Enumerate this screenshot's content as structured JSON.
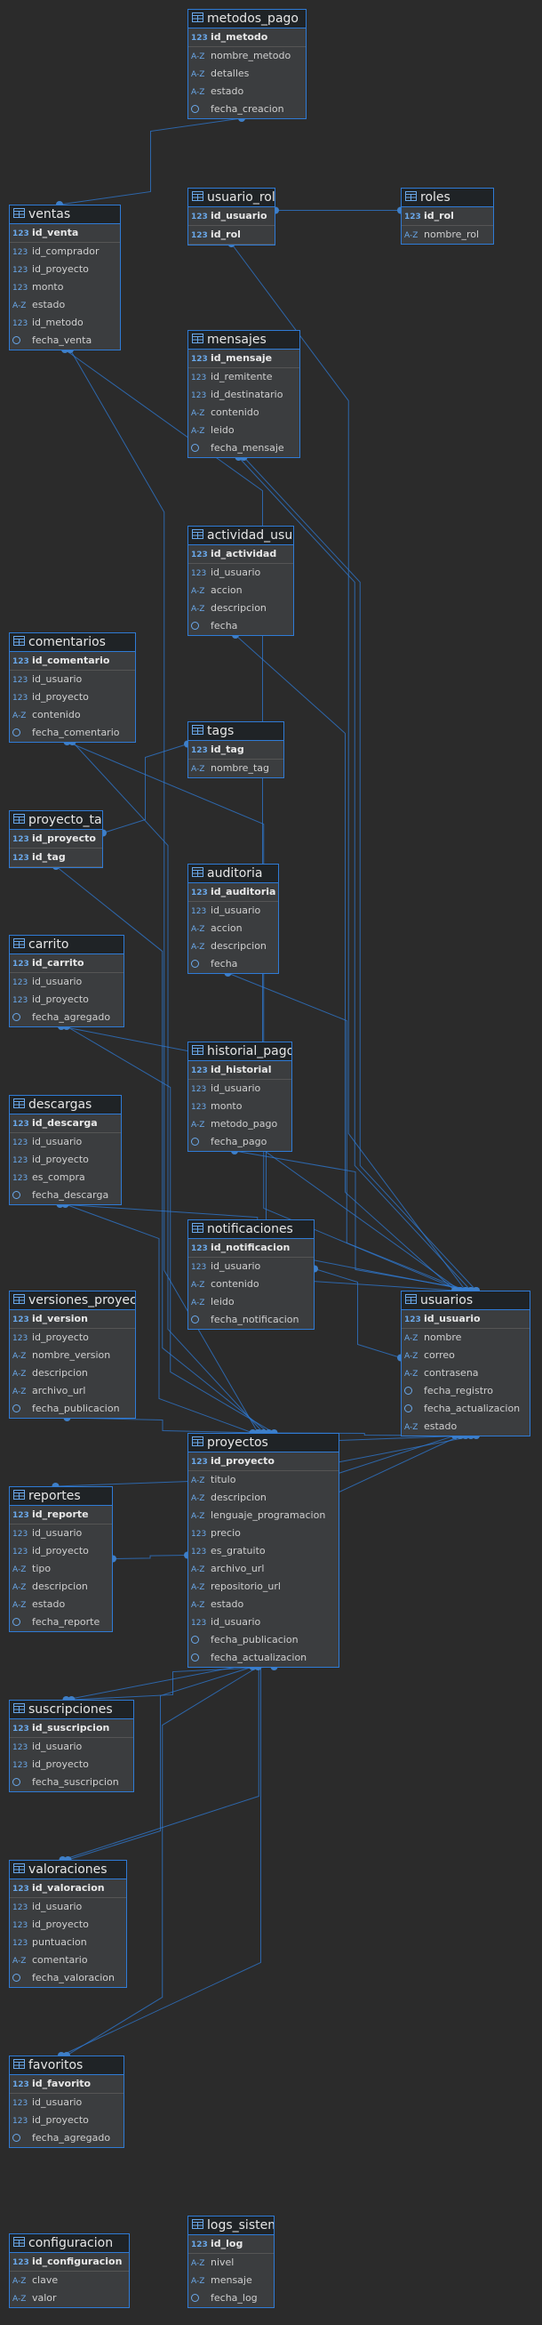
{
  "tables": [
    {
      "name": "metodos_pago",
      "columns": [
        {
          "name": "id_metodo",
          "type": "123",
          "pk": true
        },
        {
          "name": "nombre_metodo",
          "type": "A-Z"
        },
        {
          "name": "detalles",
          "type": "A-Z"
        },
        {
          "name": "estado",
          "type": "A-Z"
        },
        {
          "name": "fecha_creacion",
          "type": "ts"
        }
      ]
    },
    {
      "name": "ventas",
      "columns": [
        {
          "name": "id_venta",
          "type": "123",
          "pk": true
        },
        {
          "name": "id_comprador",
          "type": "123"
        },
        {
          "name": "id_proyecto",
          "type": "123"
        },
        {
          "name": "monto",
          "type": "123"
        },
        {
          "name": "estado",
          "type": "A-Z"
        },
        {
          "name": "id_metodo",
          "type": "123"
        },
        {
          "name": "fecha_venta",
          "type": "ts"
        }
      ]
    },
    {
      "name": "usuario_rol",
      "columns": [
        {
          "name": "id_usuario",
          "type": "123",
          "pk": true
        },
        {
          "name": "id_rol",
          "type": "123",
          "pk": true
        }
      ]
    },
    {
      "name": "roles",
      "columns": [
        {
          "name": "id_rol",
          "type": "123",
          "pk": true
        },
        {
          "name": "nombre_rol",
          "type": "A-Z"
        }
      ]
    },
    {
      "name": "mensajes",
      "columns": [
        {
          "name": "id_mensaje",
          "type": "123",
          "pk": true
        },
        {
          "name": "id_remitente",
          "type": "123"
        },
        {
          "name": "id_destinatario",
          "type": "123"
        },
        {
          "name": "contenido",
          "type": "A-Z"
        },
        {
          "name": "leido",
          "type": "A-Z"
        },
        {
          "name": "fecha_mensaje",
          "type": "ts"
        }
      ]
    },
    {
      "name": "actividad_usuario",
      "columns": [
        {
          "name": "id_actividad",
          "type": "123",
          "pk": true
        },
        {
          "name": "id_usuario",
          "type": "123"
        },
        {
          "name": "accion",
          "type": "A-Z"
        },
        {
          "name": "descripcion",
          "type": "A-Z"
        },
        {
          "name": "fecha",
          "type": "ts"
        }
      ]
    },
    {
      "name": "comentarios",
      "columns": [
        {
          "name": "id_comentario",
          "type": "123",
          "pk": true
        },
        {
          "name": "id_usuario",
          "type": "123"
        },
        {
          "name": "id_proyecto",
          "type": "123"
        },
        {
          "name": "contenido",
          "type": "A-Z"
        },
        {
          "name": "fecha_comentario",
          "type": "ts"
        }
      ]
    },
    {
      "name": "tags",
      "columns": [
        {
          "name": "id_tag",
          "type": "123",
          "pk": true
        },
        {
          "name": "nombre_tag",
          "type": "A-Z"
        }
      ]
    },
    {
      "name": "proyecto_tags",
      "columns": [
        {
          "name": "id_proyecto",
          "type": "123",
          "pk": true
        },
        {
          "name": "id_tag",
          "type": "123",
          "pk": true
        }
      ]
    },
    {
      "name": "auditoria",
      "columns": [
        {
          "name": "id_auditoria",
          "type": "123",
          "pk": true
        },
        {
          "name": "id_usuario",
          "type": "123"
        },
        {
          "name": "accion",
          "type": "A-Z"
        },
        {
          "name": "descripcion",
          "type": "A-Z"
        },
        {
          "name": "fecha",
          "type": "ts"
        }
      ]
    },
    {
      "name": "carrito",
      "columns": [
        {
          "name": "id_carrito",
          "type": "123",
          "pk": true
        },
        {
          "name": "id_usuario",
          "type": "123"
        },
        {
          "name": "id_proyecto",
          "type": "123"
        },
        {
          "name": "fecha_agregado",
          "type": "ts"
        }
      ]
    },
    {
      "name": "historial_pagos",
      "columns": [
        {
          "name": "id_historial",
          "type": "123",
          "pk": true
        },
        {
          "name": "id_usuario",
          "type": "123"
        },
        {
          "name": "monto",
          "type": "123"
        },
        {
          "name": "metodo_pago",
          "type": "A-Z"
        },
        {
          "name": "fecha_pago",
          "type": "ts"
        }
      ]
    },
    {
      "name": "descargas",
      "columns": [
        {
          "name": "id_descarga",
          "type": "123",
          "pk": true
        },
        {
          "name": "id_usuario",
          "type": "123"
        },
        {
          "name": "id_proyecto",
          "type": "123"
        },
        {
          "name": "es_compra",
          "type": "123"
        },
        {
          "name": "fecha_descarga",
          "type": "ts"
        }
      ]
    },
    {
      "name": "notificaciones",
      "columns": [
        {
          "name": "id_notificacion",
          "type": "123",
          "pk": true
        },
        {
          "name": "id_usuario",
          "type": "123"
        },
        {
          "name": "contenido",
          "type": "A-Z"
        },
        {
          "name": "leido",
          "type": "A-Z"
        },
        {
          "name": "fecha_notificacion",
          "type": "ts"
        }
      ]
    },
    {
      "name": "usuarios",
      "columns": [
        {
          "name": "id_usuario",
          "type": "123",
          "pk": true
        },
        {
          "name": "nombre",
          "type": "A-Z"
        },
        {
          "name": "correo",
          "type": "A-Z"
        },
        {
          "name": "contrasena",
          "type": "A-Z"
        },
        {
          "name": "fecha_registro",
          "type": "ts"
        },
        {
          "name": "fecha_actualizacion",
          "type": "ts"
        },
        {
          "name": "estado",
          "type": "A-Z"
        }
      ]
    },
    {
      "name": "versiones_proyecto",
      "columns": [
        {
          "name": "id_version",
          "type": "123",
          "pk": true
        },
        {
          "name": "id_proyecto",
          "type": "123"
        },
        {
          "name": "nombre_version",
          "type": "A-Z"
        },
        {
          "name": "descripcion",
          "type": "A-Z"
        },
        {
          "name": "archivo_url",
          "type": "A-Z"
        },
        {
          "name": "fecha_publicacion",
          "type": "ts"
        }
      ]
    },
    {
      "name": "proyectos",
      "columns": [
        {
          "name": "id_proyecto",
          "type": "123",
          "pk": true
        },
        {
          "name": "titulo",
          "type": "A-Z"
        },
        {
          "name": "descripcion",
          "type": "A-Z"
        },
        {
          "name": "lenguaje_programacion",
          "type": "A-Z"
        },
        {
          "name": "precio",
          "type": "123"
        },
        {
          "name": "es_gratuito",
          "type": "123"
        },
        {
          "name": "archivo_url",
          "type": "A-Z"
        },
        {
          "name": "repositorio_url",
          "type": "A-Z"
        },
        {
          "name": "estado",
          "type": "A-Z"
        },
        {
          "name": "id_usuario",
          "type": "123"
        },
        {
          "name": "fecha_publicacion",
          "type": "ts"
        },
        {
          "name": "fecha_actualizacion",
          "type": "ts"
        }
      ]
    },
    {
      "name": "reportes",
      "columns": [
        {
          "name": "id_reporte",
          "type": "123",
          "pk": true
        },
        {
          "name": "id_usuario",
          "type": "123"
        },
        {
          "name": "id_proyecto",
          "type": "123"
        },
        {
          "name": "tipo",
          "type": "A-Z"
        },
        {
          "name": "descripcion",
          "type": "A-Z"
        },
        {
          "name": "estado",
          "type": "A-Z"
        },
        {
          "name": "fecha_reporte",
          "type": "ts"
        }
      ]
    },
    {
      "name": "suscripciones",
      "columns": [
        {
          "name": "id_suscripcion",
          "type": "123",
          "pk": true
        },
        {
          "name": "id_usuario",
          "type": "123"
        },
        {
          "name": "id_proyecto",
          "type": "123"
        },
        {
          "name": "fecha_suscripcion",
          "type": "ts"
        }
      ]
    },
    {
      "name": "valoraciones",
      "columns": [
        {
          "name": "id_valoracion",
          "type": "123",
          "pk": true
        },
        {
          "name": "id_usuario",
          "type": "123"
        },
        {
          "name": "id_proyecto",
          "type": "123"
        },
        {
          "name": "puntuacion",
          "type": "123"
        },
        {
          "name": "comentario",
          "type": "A-Z"
        },
        {
          "name": "fecha_valoracion",
          "type": "ts"
        }
      ]
    },
    {
      "name": "favoritos",
      "columns": [
        {
          "name": "id_favorito",
          "type": "123",
          "pk": true
        },
        {
          "name": "id_usuario",
          "type": "123"
        },
        {
          "name": "id_proyecto",
          "type": "123"
        },
        {
          "name": "fecha_agregado",
          "type": "ts"
        }
      ]
    },
    {
      "name": "configuracion",
      "columns": [
        {
          "name": "id_configuracion",
          "type": "123",
          "pk": true
        },
        {
          "name": "clave",
          "type": "A-Z"
        },
        {
          "name": "valor",
          "type": "A-Z"
        }
      ]
    },
    {
      "name": "logs_sistema",
      "columns": [
        {
          "name": "id_log",
          "type": "123",
          "pk": true
        },
        {
          "name": "nivel",
          "type": "A-Z"
        },
        {
          "name": "mensaje",
          "type": "A-Z"
        },
        {
          "name": "fecha_log",
          "type": "ts"
        }
      ]
    }
  ],
  "relations": [
    {
      "from": "ventas",
      "to": "metodos_pago"
    },
    {
      "from": "ventas",
      "to": "usuarios"
    },
    {
      "from": "ventas",
      "to": "proyectos"
    },
    {
      "from": "usuario_rol",
      "to": "roles"
    },
    {
      "from": "usuario_rol",
      "to": "usuarios"
    },
    {
      "from": "mensajes",
      "to": "usuarios"
    },
    {
      "from": "mensajes",
      "to": "usuarios"
    },
    {
      "from": "actividad_usuario",
      "to": "usuarios"
    },
    {
      "from": "comentarios",
      "to": "usuarios"
    },
    {
      "from": "comentarios",
      "to": "proyectos"
    },
    {
      "from": "proyecto_tags",
      "to": "tags"
    },
    {
      "from": "proyecto_tags",
      "to": "proyectos"
    },
    {
      "from": "auditoria",
      "to": "usuarios"
    },
    {
      "from": "carrito",
      "to": "usuarios"
    },
    {
      "from": "carrito",
      "to": "proyectos"
    },
    {
      "from": "historial_pagos",
      "to": "usuarios"
    },
    {
      "from": "descargas",
      "to": "usuarios"
    },
    {
      "from": "descargas",
      "to": "proyectos"
    },
    {
      "from": "notificaciones",
      "to": "usuarios"
    },
    {
      "from": "versiones_proyecto",
      "to": "proyectos"
    },
    {
      "from": "proyectos",
      "to": "usuarios"
    },
    {
      "from": "reportes",
      "to": "usuarios"
    },
    {
      "from": "reportes",
      "to": "proyectos"
    },
    {
      "from": "suscripciones",
      "to": "usuarios"
    },
    {
      "from": "suscripciones",
      "to": "proyectos"
    },
    {
      "from": "valoraciones",
      "to": "usuarios"
    },
    {
      "from": "valoraciones",
      "to": "proyectos"
    },
    {
      "from": "favoritos",
      "to": "usuarios"
    },
    {
      "from": "favoritos",
      "to": "proyectos"
    }
  ]
}
